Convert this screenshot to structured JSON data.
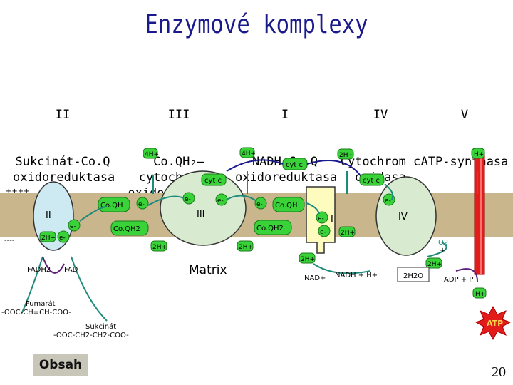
{
  "title": "Enzymové komplexy",
  "complexes": [
    {
      "roman": "II",
      "name": "Sukcinát-Co.Q\noxidoreduktasa"
    },
    {
      "roman": "III",
      "name": "Co.QH₂–\ncytochrom c\noxidoreduktasa"
    },
    {
      "roman": "I",
      "name": "NADH-Co.Q\noxidoreduktasa"
    },
    {
      "roman": "IV",
      "name": "Cytochrom c\noxidasa"
    },
    {
      "roman": "V",
      "name": "ATP-synthasa"
    }
  ],
  "membrane": {
    "plus": "++++",
    "minus": "----",
    "matrix": "Matrix"
  },
  "labels": {
    "h4_a": "4H+",
    "h4_b": "4H+",
    "h2_top": "2H+",
    "h_top": "H+",
    "cytc_1": "cyt c",
    "cytc_2": "cyt c",
    "cytc_3": "cyt c",
    "coqh_1": "Co.QH",
    "coqh_2": "Co.QH",
    "coqh2_1": "Co.QH2",
    "coqh2_2": "Co.QH2",
    "e": "e-",
    "ii": "II",
    "iii": "III",
    "i": "I",
    "iv": "IV",
    "h2_ii": "2H+",
    "h2_mid1": "2H+",
    "h2_mid2": "2H+",
    "h2_mid3": "2H+",
    "h2_iv": "2H+",
    "fadh2": "FADH2",
    "fad": "FAD",
    "nadp": "NAD+",
    "nadh": "NADH + H+",
    "o2": "O2",
    "o2_plus": "+",
    "h2o": "2H2O",
    "adp": "ADP + P",
    "h_bottom": "H+",
    "fumarat": "Fumarát",
    "fumarat_formula": "-OOC-CH=CH-COO-",
    "sukcinat": "Sukcinát",
    "sukcinat_formula": "-OOC-CH2-CH2-COO-",
    "atp": "ATP"
  },
  "button": "Obsah",
  "slide_number": "20",
  "colors": {
    "membrane": "#c9b68c",
    "green": "#39d339",
    "red": "#e21b1b",
    "protein_blue": "#cdeaf2",
    "protein_grey": "#d8ead0",
    "complex_i": "#fdfbbd",
    "arrow_teal": "#1d8a7a",
    "arrow_purple": "#5a1f7a"
  }
}
